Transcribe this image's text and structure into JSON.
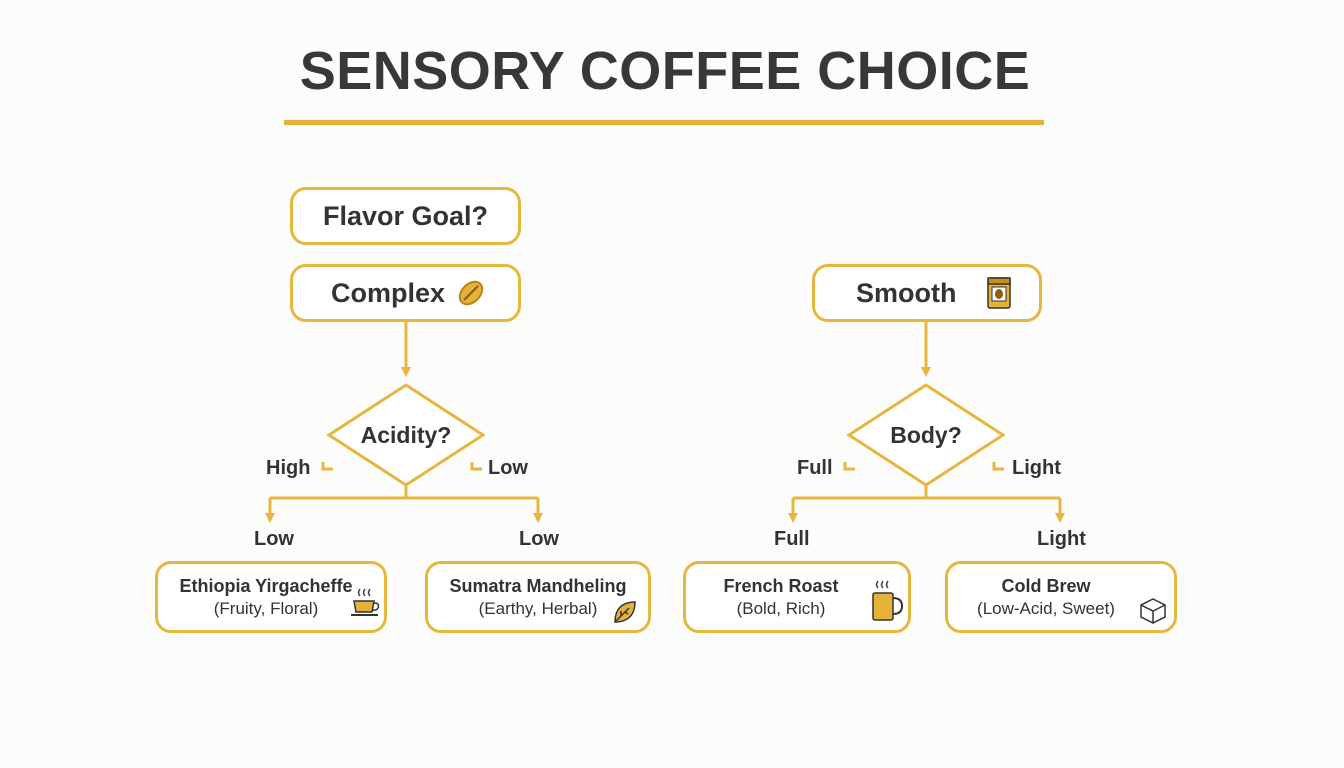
{
  "title": "SENSORY COFFEE CHOICE",
  "accent_color": "#e5b23a",
  "root": {
    "label": "Flavor Goal?"
  },
  "left": {
    "branch_label": "Complex",
    "branch_icon": "coffee-bean-icon",
    "decision": "Acidity?",
    "option_left": "High",
    "option_right": "Low",
    "arrow_left_label": "Low",
    "arrow_right_label": "Low",
    "leaves": [
      {
        "name": "Ethiopia Yirgacheffe",
        "desc": "(Fruity, Floral)",
        "icon": "coffee-cup-icon"
      },
      {
        "name": "Sumatra Mandheling",
        "desc": "(Earthy, Herbal)",
        "icon": "leaf-icon"
      }
    ]
  },
  "right": {
    "branch_label": "Smooth",
    "branch_icon": "coffee-bag-icon",
    "decision": "Body?",
    "option_left": "Full",
    "option_right": "Light",
    "arrow_left_label": "Full",
    "arrow_right_label": "Light",
    "leaves": [
      {
        "name": "French Roast",
        "desc": "(Bold, Rich)",
        "icon": "mug-icon"
      },
      {
        "name": "Cold Brew",
        "desc": "(Low-Acid, Sweet)",
        "icon": "ice-cube-icon"
      }
    ]
  }
}
